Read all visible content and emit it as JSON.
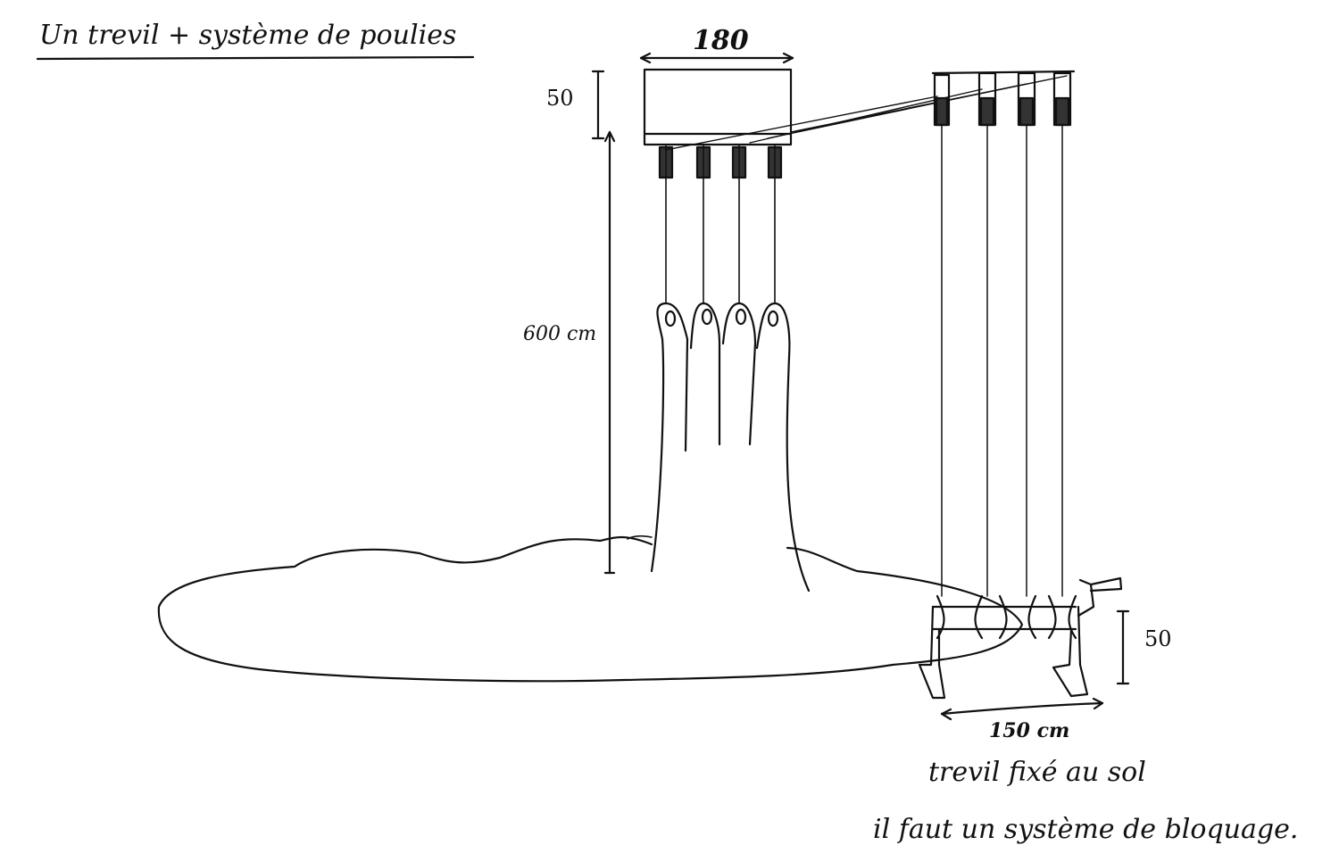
{
  "title": "Un trevil + système de poulies",
  "labels": {
    "top_width": "180",
    "box_height": "50",
    "drop_height": "600 cm",
    "winch_height": "50",
    "winch_width": "150 cm"
  },
  "notes": {
    "line1": "trevil fixé au sol",
    "line2": "il faut un système de bloquage."
  }
}
